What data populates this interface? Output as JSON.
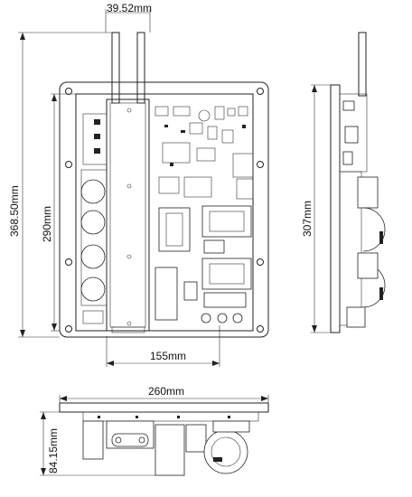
{
  "dimensions": {
    "antenna_spacing": "39.52mm",
    "overall_height": "368.50mm",
    "board_height": "290mm",
    "heatsink_width": "155mm",
    "side_height": "307mm",
    "overall_width": "260mm",
    "overall_depth": "84.15mm"
  }
}
